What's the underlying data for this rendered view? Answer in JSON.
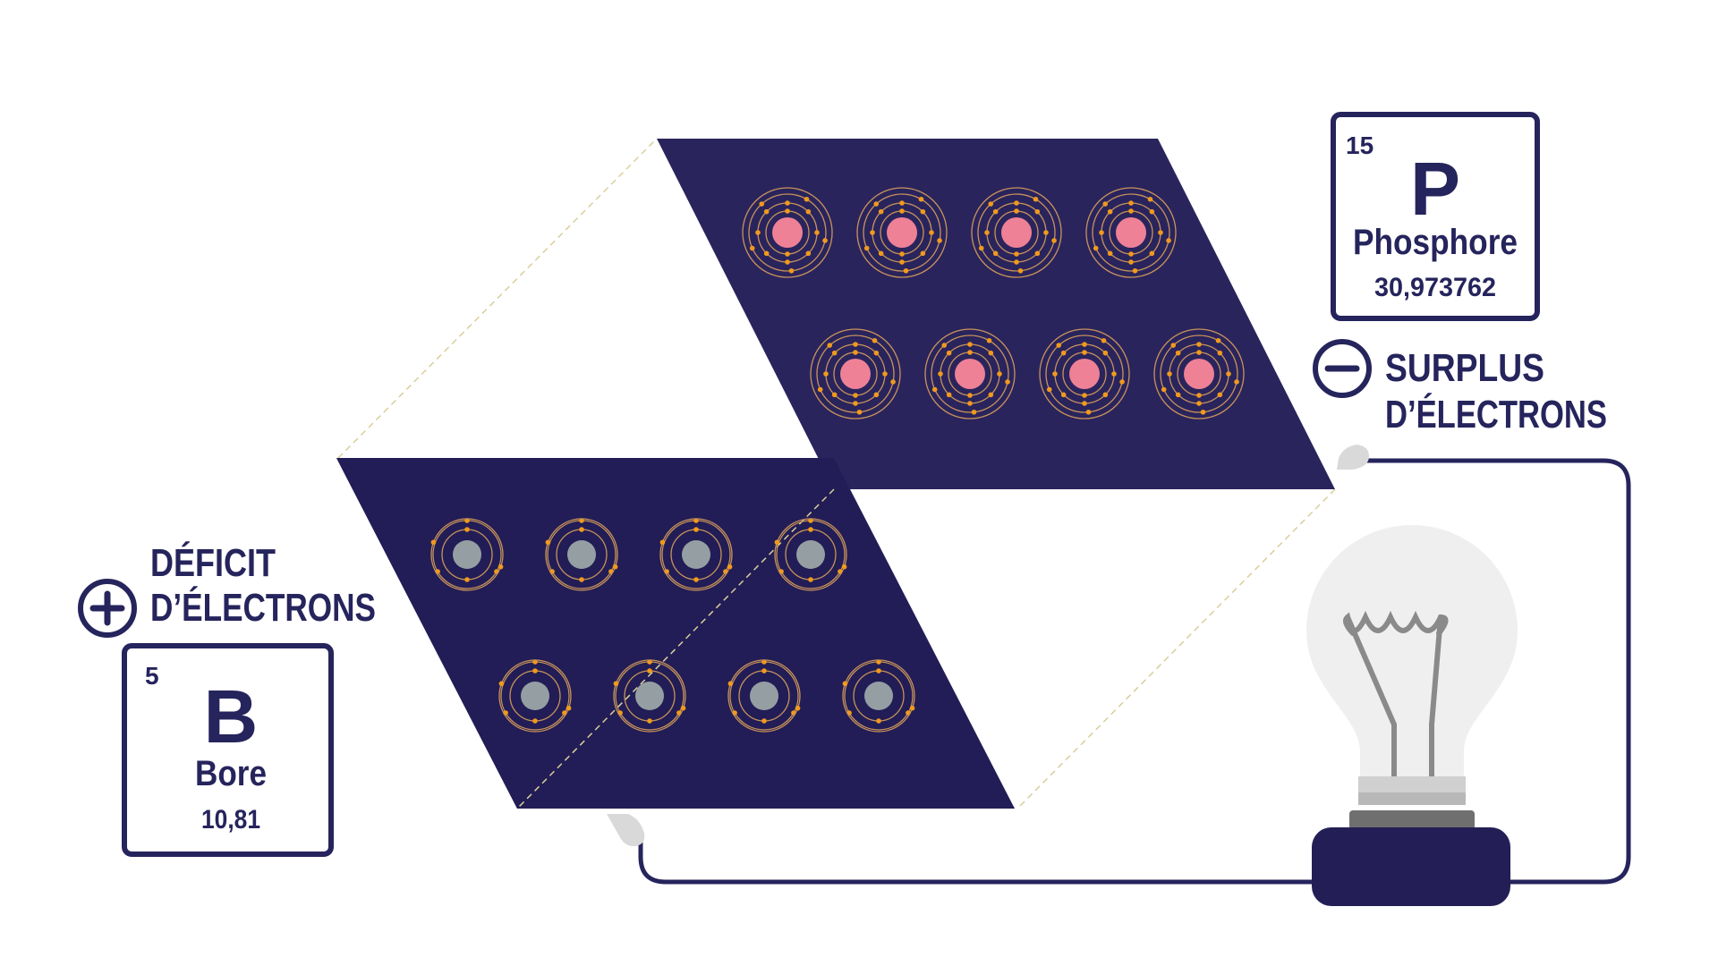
{
  "colors": {
    "panel_top": "#2a245d",
    "panel_bottom": "#221d56",
    "ink": "#26245c",
    "electron": "#f09a1c",
    "orbit": "#c8935a",
    "nucleus_phosphorus": "#ee8196",
    "nucleus_boron": "#959fa3",
    "guide_line": "#d8cf9a",
    "terminal": "#d9d9d9",
    "bulb_glass": "#efefef",
    "filament": "#8a8a8a",
    "bulb_base": "#231f56"
  },
  "phosphorus": {
    "atomic_number": "15",
    "symbol": "P",
    "name": "Phosphore",
    "mass": "30,973762"
  },
  "boron": {
    "atomic_number": "5",
    "symbol": "B",
    "name": "Bore",
    "mass": "10,81"
  },
  "labels": {
    "surplus_line1": "SURPLUS",
    "surplus_line2": "D’ÉLECTRONS",
    "deficit_line1": "DÉFICIT",
    "deficit_line2": "D’ÉLECTRONS"
  },
  "icons": {
    "minus": "minus-circle-icon",
    "plus": "plus-circle-icon",
    "bulb": "light-bulb-icon"
  }
}
